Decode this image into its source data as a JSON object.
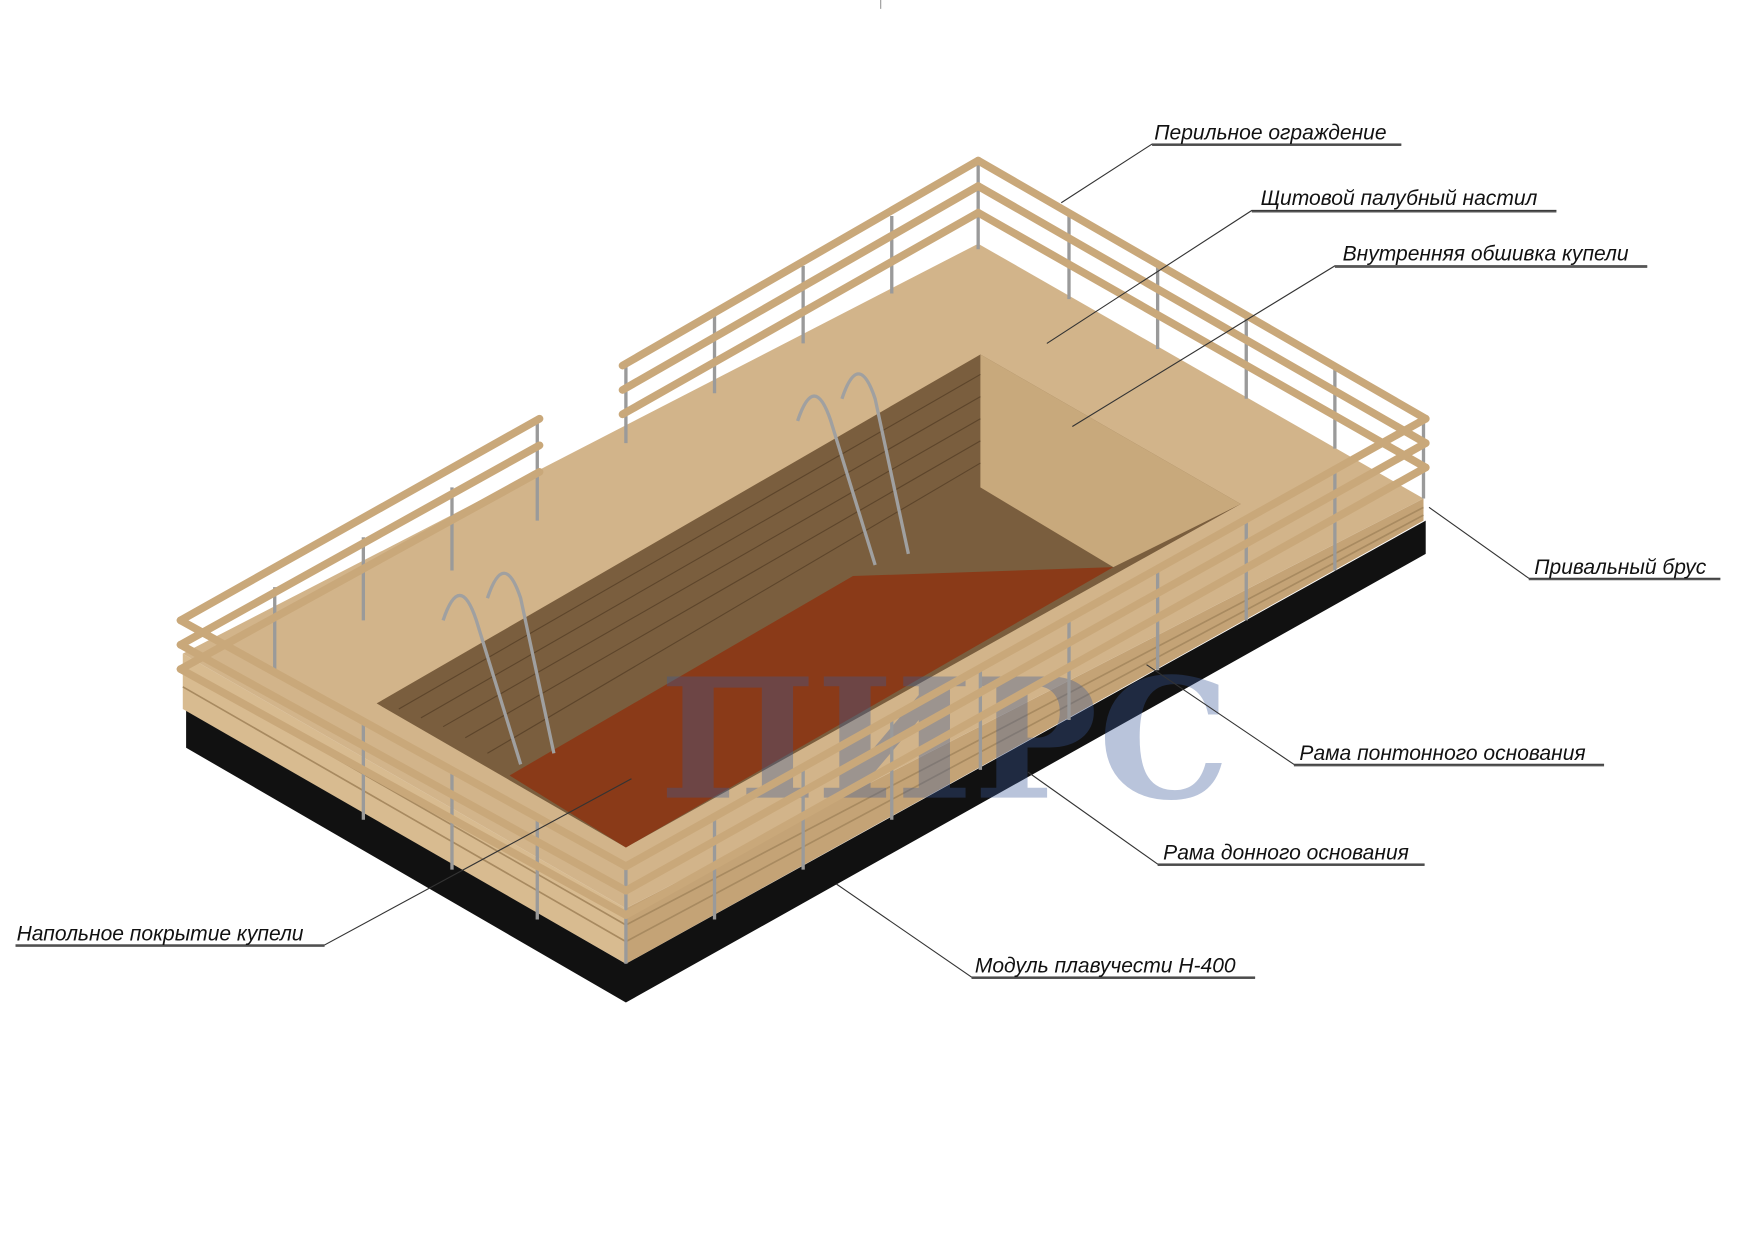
{
  "diagram": {
    "labels": {
      "railing": "Перильное ограждение",
      "deck": "Щитовой палубный настил",
      "inner_lining": "Внутренняя обшивка купели",
      "fender_beam": "Привальный брус",
      "pontoon_frame": "Рама понтонного основания",
      "bottom_frame": "Рама донного основания",
      "pool_floor": "Напольное покрытие купели",
      "float_module": "Модуль плавучести Н-400"
    },
    "watermark": "ПИРС",
    "colors": {
      "deck": "#d2b48a",
      "deck_side": "#c4a376",
      "pontoon": "#111111",
      "pool_wall": "#7a5e3e",
      "pool_floor": "#8a3a18",
      "rail": "#c9a87a",
      "post": "#9a9a9a"
    }
  }
}
